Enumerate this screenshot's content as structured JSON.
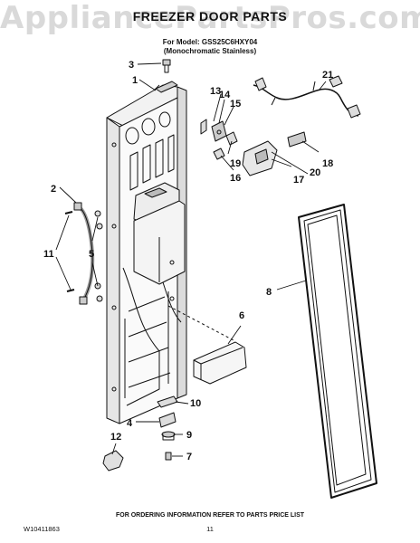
{
  "watermark": "AppliancePartsPros.com",
  "header": {
    "title": "FREEZER DOOR PARTS",
    "model_line": "For Model: GSS25C6HXY04",
    "finish_line": "(Monochromatic Stainless)"
  },
  "callouts": [
    "1",
    "2",
    "3",
    "4",
    "5",
    "6",
    "7",
    "8",
    "9",
    "10",
    "11",
    "12",
    "13",
    "14",
    "15",
    "16",
    "17",
    "18",
    "19",
    "20",
    "21"
  ],
  "footer": {
    "ordering_info": "FOR ORDERING INFORMATION REFER TO PARTS PRICE LIST",
    "doc_number": "W10411863",
    "page_number": "11"
  }
}
